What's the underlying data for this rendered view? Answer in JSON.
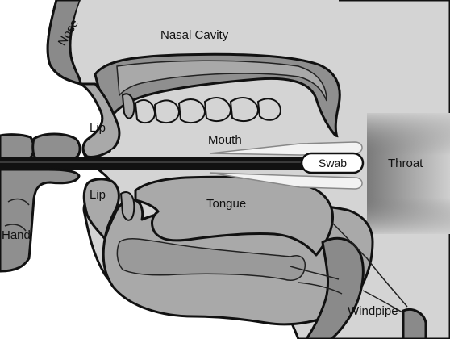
{
  "labels": {
    "nose": "Nose",
    "nasal_cavity": "Nasal Cavity",
    "lip_upper": "Lip",
    "lip_lower": "Lip",
    "mouth": "Mouth",
    "swab": "Swab",
    "throat": "Throat",
    "tongue": "Tongue",
    "hand": "Hand",
    "windpipe": "Windpipe"
  },
  "colors": {
    "skin_light": "#d4d4d4",
    "tissue_mid": "#a9a9a9",
    "tissue_dark": "#8a8a8a",
    "throat_dark": "#6e6e6e",
    "outline": "#111111",
    "swab_tip": "#ffffff"
  }
}
